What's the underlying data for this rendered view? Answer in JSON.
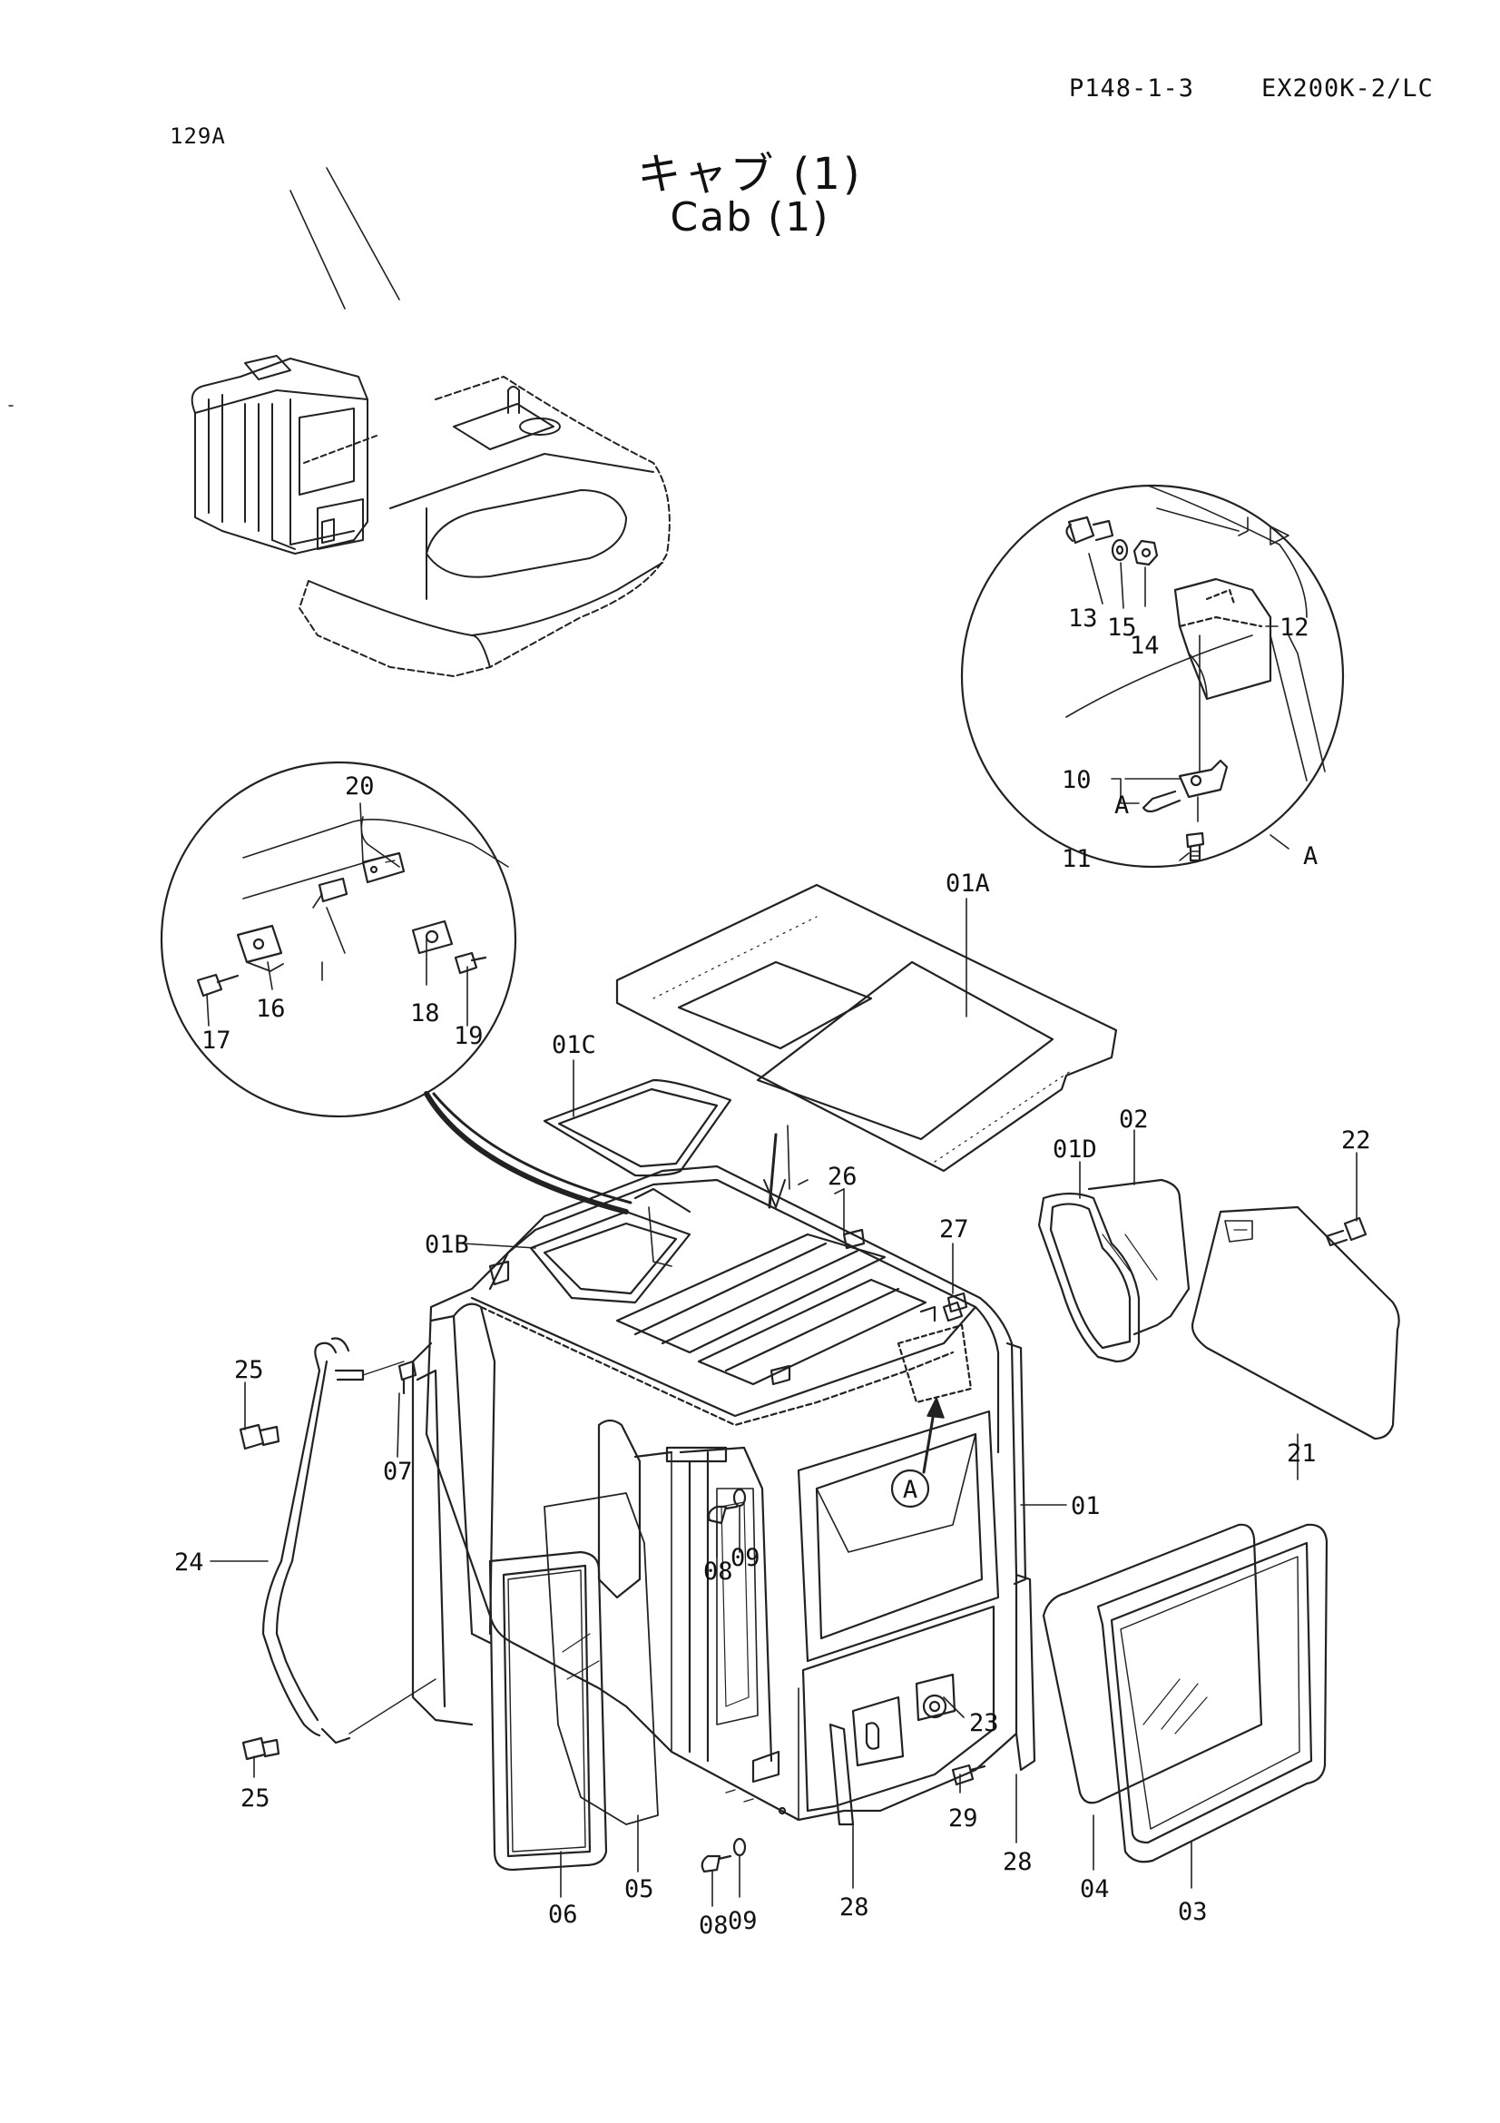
{
  "header": {
    "page_ref": "P148-1-3",
    "model": "EX200K-2/LC",
    "sheet_code": "129A"
  },
  "title": {
    "ja": "キャブ (1)",
    "en": "Cab (1)"
  },
  "callouts": {
    "detail_marker": "A",
    "detail_a_label": "A",
    "detail_a_sub": "A"
  },
  "part_labels": {
    "p01": "01",
    "p01A": "01A",
    "p01B": "01B",
    "p01C": "01C",
    "p01D": "01D",
    "p02": "02",
    "p03": "03",
    "p04": "04",
    "p05": "05",
    "p06": "06",
    "p07": "07",
    "p08a": "08",
    "p08b": "08",
    "p09a": "09",
    "p09b": "09",
    "p10": "10",
    "p11": "11",
    "p12": "12",
    "p13": "13",
    "p14": "14",
    "p15": "15",
    "p16": "16",
    "p17": "17",
    "p18": "18",
    "p19": "19",
    "p20": "20",
    "p21": "21",
    "p22": "22",
    "p23": "23",
    "p24": "24",
    "p25a": "25",
    "p25b": "25",
    "p26": "26",
    "p27": "27",
    "p28a": "28",
    "p28b": "28",
    "p29": "29"
  }
}
